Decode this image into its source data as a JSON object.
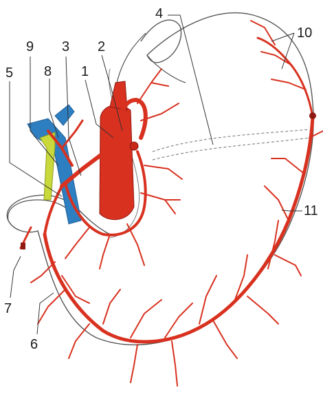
{
  "figure": {
    "labels": {
      "l1": "1",
      "l2": "2",
      "l3": "3",
      "l4": "4",
      "l5": "5",
      "l6": "6",
      "l7": "7",
      "l8": "8",
      "l9": "9",
      "l10": "10",
      "l11": "11"
    },
    "colors": {
      "artery": "#d8311f",
      "artery_dark": "#8e1a12",
      "vein": "#2d7fc1",
      "bile_duct": "#c9d93b",
      "outline": "#555555",
      "leader": "#333333"
    }
  }
}
